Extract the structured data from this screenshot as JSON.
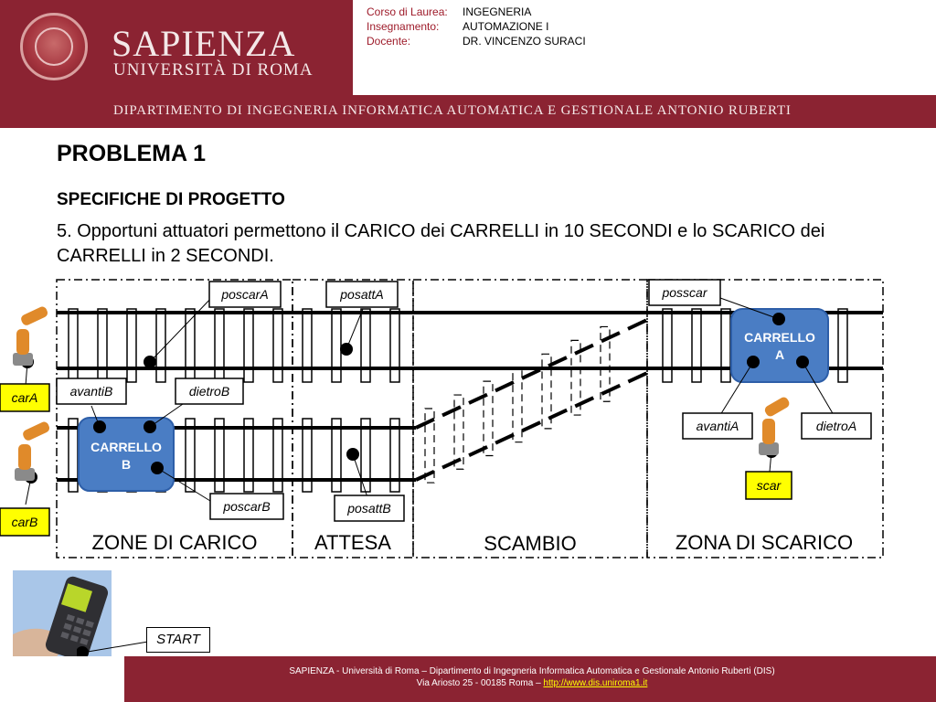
{
  "header": {
    "brand_name": "SAPIENZA",
    "brand_sub": "UNIVERSITÀ DI ROMA",
    "info": [
      {
        "label": "Corso di Laurea:",
        "value": "INGEGNERIA"
      },
      {
        "label": "Insegnamento:",
        "value": "AUTOMAZIONE I"
      },
      {
        "label": "Docente:",
        "value": "DR. VINCENZO SURACI"
      }
    ],
    "department": "DIPARTIMENTO DI INGEGNERIA INFORMATICA AUTOMATICA E GESTIONALE ANTONIO RUBERTI"
  },
  "content": {
    "title": "PROBLEMA 1",
    "subtitle": "SPECIFICHE DI PROGETTO",
    "spec_text": "5. Opportuni attuatori permettono il CARICO dei CARRELLI in 10 SECONDI e lo SCARICO dei CARRELLI in 2 SECONDI."
  },
  "diagram": {
    "zones": [
      "ZONE DI CARICO",
      "ATTESA",
      "SCAMBIO",
      "ZONA DI SCARICO"
    ],
    "carts": {
      "a_line1": "CARRELLO",
      "a_line2": "A",
      "b_line1": "CARRELLO",
      "b_line2": "B"
    },
    "sensors": {
      "poscarA": "poscarA",
      "posattA": "posattA",
      "posscar": "posscar",
      "avantiB": "avantiB",
      "dietroB": "dietroB",
      "avantiA": "avantiA",
      "dietroA": "dietroA",
      "poscarB": "poscarB",
      "posattB": "posattB"
    },
    "actuators": {
      "carA": "carA",
      "carB": "carB",
      "scar": "scar"
    },
    "start_label": "START"
  },
  "colors": {
    "brand": "#8b2332",
    "cart": "#4a7dc4",
    "actuator_box": "#ffff00"
  },
  "footer": {
    "line1": "SAPIENZA - Università di Roma – Dipartimento di Ingegneria Informatica Automatica e Gestionale Antonio Ruberti (DIS)",
    "line2_prefix": "Via Ariosto 25 - 00185 Roma – ",
    "link": "http://www.dis.uniroma1.it"
  }
}
